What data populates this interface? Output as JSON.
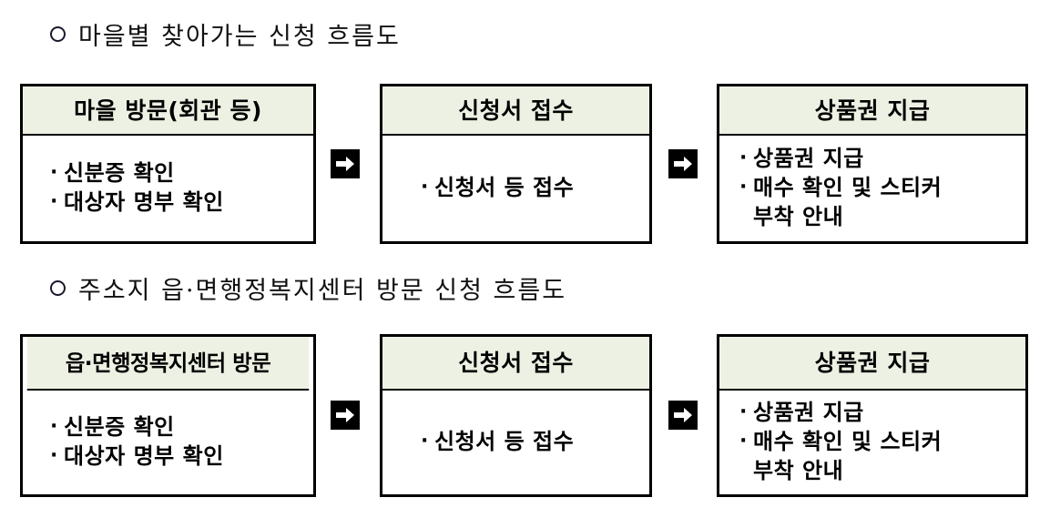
{
  "document": {
    "language": "ko",
    "colors": {
      "header_fill": "#edf1e3",
      "border": "#000000",
      "arrow_block": "#000000",
      "arrow_glyph": "#ffffff",
      "page_background": "#ffffff"
    }
  },
  "sections": [
    {
      "bullet": "○",
      "heading": "마을별 찾아가는 신청 흐름도",
      "steps": [
        {
          "header": "마을 방문(회관 등)",
          "lines": [
            {
              "dot": "·",
              "text": "신분증 확인"
            },
            {
              "dot": "·",
              "text": "대상자 명부 확인"
            }
          ]
        },
        {
          "header": "신청서 접수",
          "lines": [
            {
              "dot": "·",
              "text": "신청서 등 접수"
            }
          ]
        },
        {
          "header": "상품권 지급",
          "lines": [
            {
              "dot": "·",
              "text": "상품권 지급"
            },
            {
              "dot": "·",
              "text": "매수 확인 및 스티커"
            },
            {
              "dot": "",
              "text": "부착 안내"
            }
          ]
        }
      ],
      "connectors": [
        {
          "icon": "arrow-right-icon"
        },
        {
          "icon": "arrow-right-icon"
        }
      ]
    },
    {
      "bullet": "○",
      "heading": "주소지 읍·면행정복지센터 방문 신청 흐름도",
      "steps": [
        {
          "header": "읍·면행정복지센터 방문",
          "lines": [
            {
              "dot": "·",
              "text": "신분증 확인"
            },
            {
              "dot": "·",
              "text": "대상자 명부 확인"
            }
          ]
        },
        {
          "header": "신청서 접수",
          "lines": [
            {
              "dot": "·",
              "text": "신청서 등 접수"
            }
          ]
        },
        {
          "header": "상품권 지급",
          "lines": [
            {
              "dot": "·",
              "text": "상품권 지급"
            },
            {
              "dot": "·",
              "text": "매수 확인 및 스티커"
            },
            {
              "dot": "",
              "text": "부착 안내"
            }
          ]
        }
      ],
      "connectors": [
        {
          "icon": "arrow-right-icon"
        },
        {
          "icon": "arrow-right-icon"
        }
      ]
    }
  ]
}
